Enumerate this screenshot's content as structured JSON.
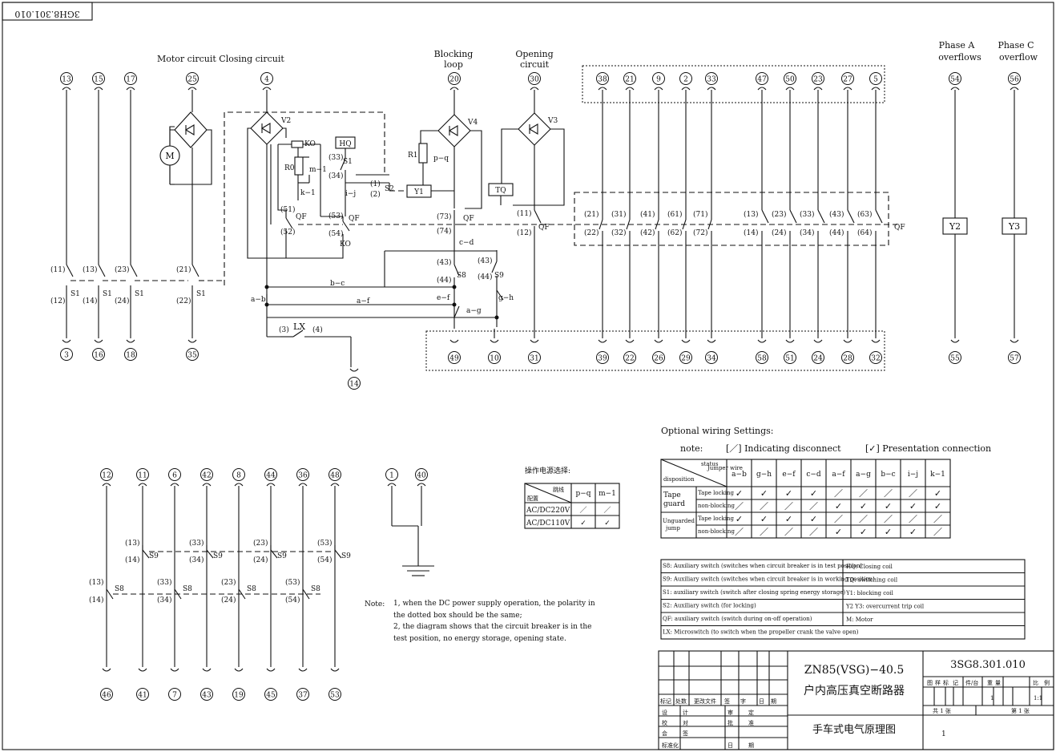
{
  "drawing_number_stamp": "3GH8.301.010",
  "circuit_titles": {
    "motor_closing": "Motor circuit  Closing circuit",
    "blocking_1": "Blocking",
    "blocking_2": "loop",
    "opening_1": "Opening",
    "opening_2": "circuit",
    "phase_a_1": "Phase A",
    "phase_a_2": "overflows",
    "phase_c_1": "Phase C",
    "phase_c_2": "overflow"
  },
  "top_terminals": [
    "13",
    "15",
    "17",
    "25",
    "4",
    "20",
    "30",
    "38",
    "21",
    "9",
    "2",
    "33",
    "47",
    "50",
    "23",
    "27",
    "5",
    "54",
    "56"
  ],
  "bottom_terminals": [
    "3",
    "16",
    "18",
    "35",
    "14",
    "49",
    "10",
    "31",
    "39",
    "22",
    "26",
    "29",
    "34",
    "58",
    "51",
    "24",
    "28",
    "32",
    "55",
    "57"
  ],
  "left_group_terminals_top": [
    "12",
    "11",
    "6",
    "42",
    "8",
    "44",
    "36",
    "48",
    "1",
    "40"
  ],
  "left_group_terminals_bottom": [
    "46",
    "41",
    "7",
    "43",
    "19",
    "45",
    "37",
    "53"
  ],
  "labels": {
    "M": "M",
    "V2": "V2",
    "V4": "V4",
    "V3": "V3",
    "HQ": "HQ",
    "KO": "KO",
    "R0": "R0",
    "R1": "R1",
    "m1": "m−1",
    "k1": "k−1",
    "ij": "i−j",
    "pq": "p−q",
    "cd": "c−d",
    "bc": "b−c",
    "af": "a−f",
    "ab": "a−b",
    "ef": "e−f",
    "ag": "a−g",
    "gh": "g−h",
    "LX": "LX",
    "TQ": "TQ",
    "Y1": "Y1",
    "Y2": "Y2",
    "Y3": "Y3",
    "S1": "S1",
    "S2": "S2",
    "S8": "S8",
    "S9": "S9",
    "QF": "QF"
  },
  "qf_contacts_top": [
    "(21)",
    "(31)",
    "(41)",
    "(61)",
    "(71)",
    "(13)",
    "(23)",
    "(33)",
    "(43)",
    "(63)"
  ],
  "qf_contacts_bottom": [
    "(22)",
    "(32)",
    "(42)",
    "(62)",
    "(72)",
    "(14)",
    "(24)",
    "(34)",
    "(44)",
    "(64)"
  ],
  "power_table": {
    "title": "操作电源选择:",
    "corner_top": "跳线",
    "corner_bottom": "配置",
    "headers": [
      "p−q",
      "m−1"
    ],
    "rows": [
      {
        "label": "AC/DC220V",
        "values": [
          "／",
          "／"
        ]
      },
      {
        "label": "AC/DC110V",
        "values": [
          "✓",
          "✓"
        ]
      }
    ]
  },
  "wiring": {
    "title": "Optional wiring Settings:",
    "note_label": "note:",
    "disconnect_text": "[／] Indicating disconnect",
    "connect_text": "[✓] Presentation connection",
    "corner_status": "status",
    "corner_jumper": "Jumper wire",
    "corner_disposition": "disposition",
    "columns": [
      "a−b",
      "g−h",
      "e−f",
      "c−d",
      "a−f",
      "a−g",
      "b−c",
      "i−j",
      "k−1"
    ],
    "group1": "Tape guard",
    "group2": "Unguarded jump",
    "rows": [
      {
        "sub": "Tape locking",
        "values": [
          "✓",
          "✓",
          "✓",
          "✓",
          "／",
          "／",
          "／",
          "／",
          "✓"
        ]
      },
      {
        "sub": "non-blocking",
        "values": [
          "／",
          "／",
          "／",
          "／",
          "✓",
          "✓",
          "✓",
          "✓",
          "✓"
        ]
      },
      {
        "sub": "Tape locking",
        "values": [
          "✓",
          "✓",
          "✓",
          "✓",
          "／",
          "／",
          "／",
          "／",
          "／"
        ]
      },
      {
        "sub": "non-blocking",
        "values": [
          "／",
          "／",
          "／",
          "／",
          "✓",
          "✓",
          "✓",
          "✓",
          "／"
        ]
      }
    ]
  },
  "legend": [
    {
      "left": "S8: Auxiliary switch (switches when circuit breaker is in test position)",
      "right": "HQ: Closing coil"
    },
    {
      "left": "S9: Auxiliary switch (switches when circuit breaker is in working position)",
      "right": "TQ: switching coil"
    },
    {
      "left": "S1: auxiliary switch (switch after closing spring energy storage)",
      "right": "Y1: blocking coil"
    },
    {
      "left": "S2: Auxiliary switch (for locking)",
      "right": "Y2 Y3: overcurrent trip coil"
    },
    {
      "left": "QF: auxiliary switch (switch during on-off operation)",
      "right": "M: Motor"
    },
    {
      "left": "LX: Microswitch (to switch when the propeller crank the valve open)",
      "right": ""
    }
  ],
  "notes": {
    "label": "Note:",
    "lines": [
      "1, when the DC power supply operation, the polarity in",
      "the dotted box should be the same;",
      "2, the diagram shows that the circuit breaker is in the",
      "test position, no energy storage, opening state."
    ]
  },
  "title_block": {
    "model": "ZN85(VSG)−40.5",
    "name_cn": "户内高压真空断路器",
    "drawing_no": "3SG8.301.010",
    "drawing_title": "手车式电气原理图",
    "bottom_value": "1",
    "hdr_cells": [
      "图",
      "样",
      "标",
      "记",
      "件/台",
      "重",
      "量",
      "比",
      "例"
    ],
    "qty": "1",
    "scale": "1:1",
    "sheets": "共 1 张",
    "sheet_no": "第 1 张",
    "rev_row": [
      "标记",
      "处数",
      "更改文件",
      "签",
      "字",
      "日",
      "期"
    ],
    "sign_rows": [
      [
        "设",
        "计",
        "审",
        "定"
      ],
      [
        "校",
        "对",
        "批",
        "准"
      ],
      [
        "会",
        "签",
        "",
        ""
      ],
      [
        "标准化",
        "",
        "日",
        "期"
      ]
    ]
  }
}
